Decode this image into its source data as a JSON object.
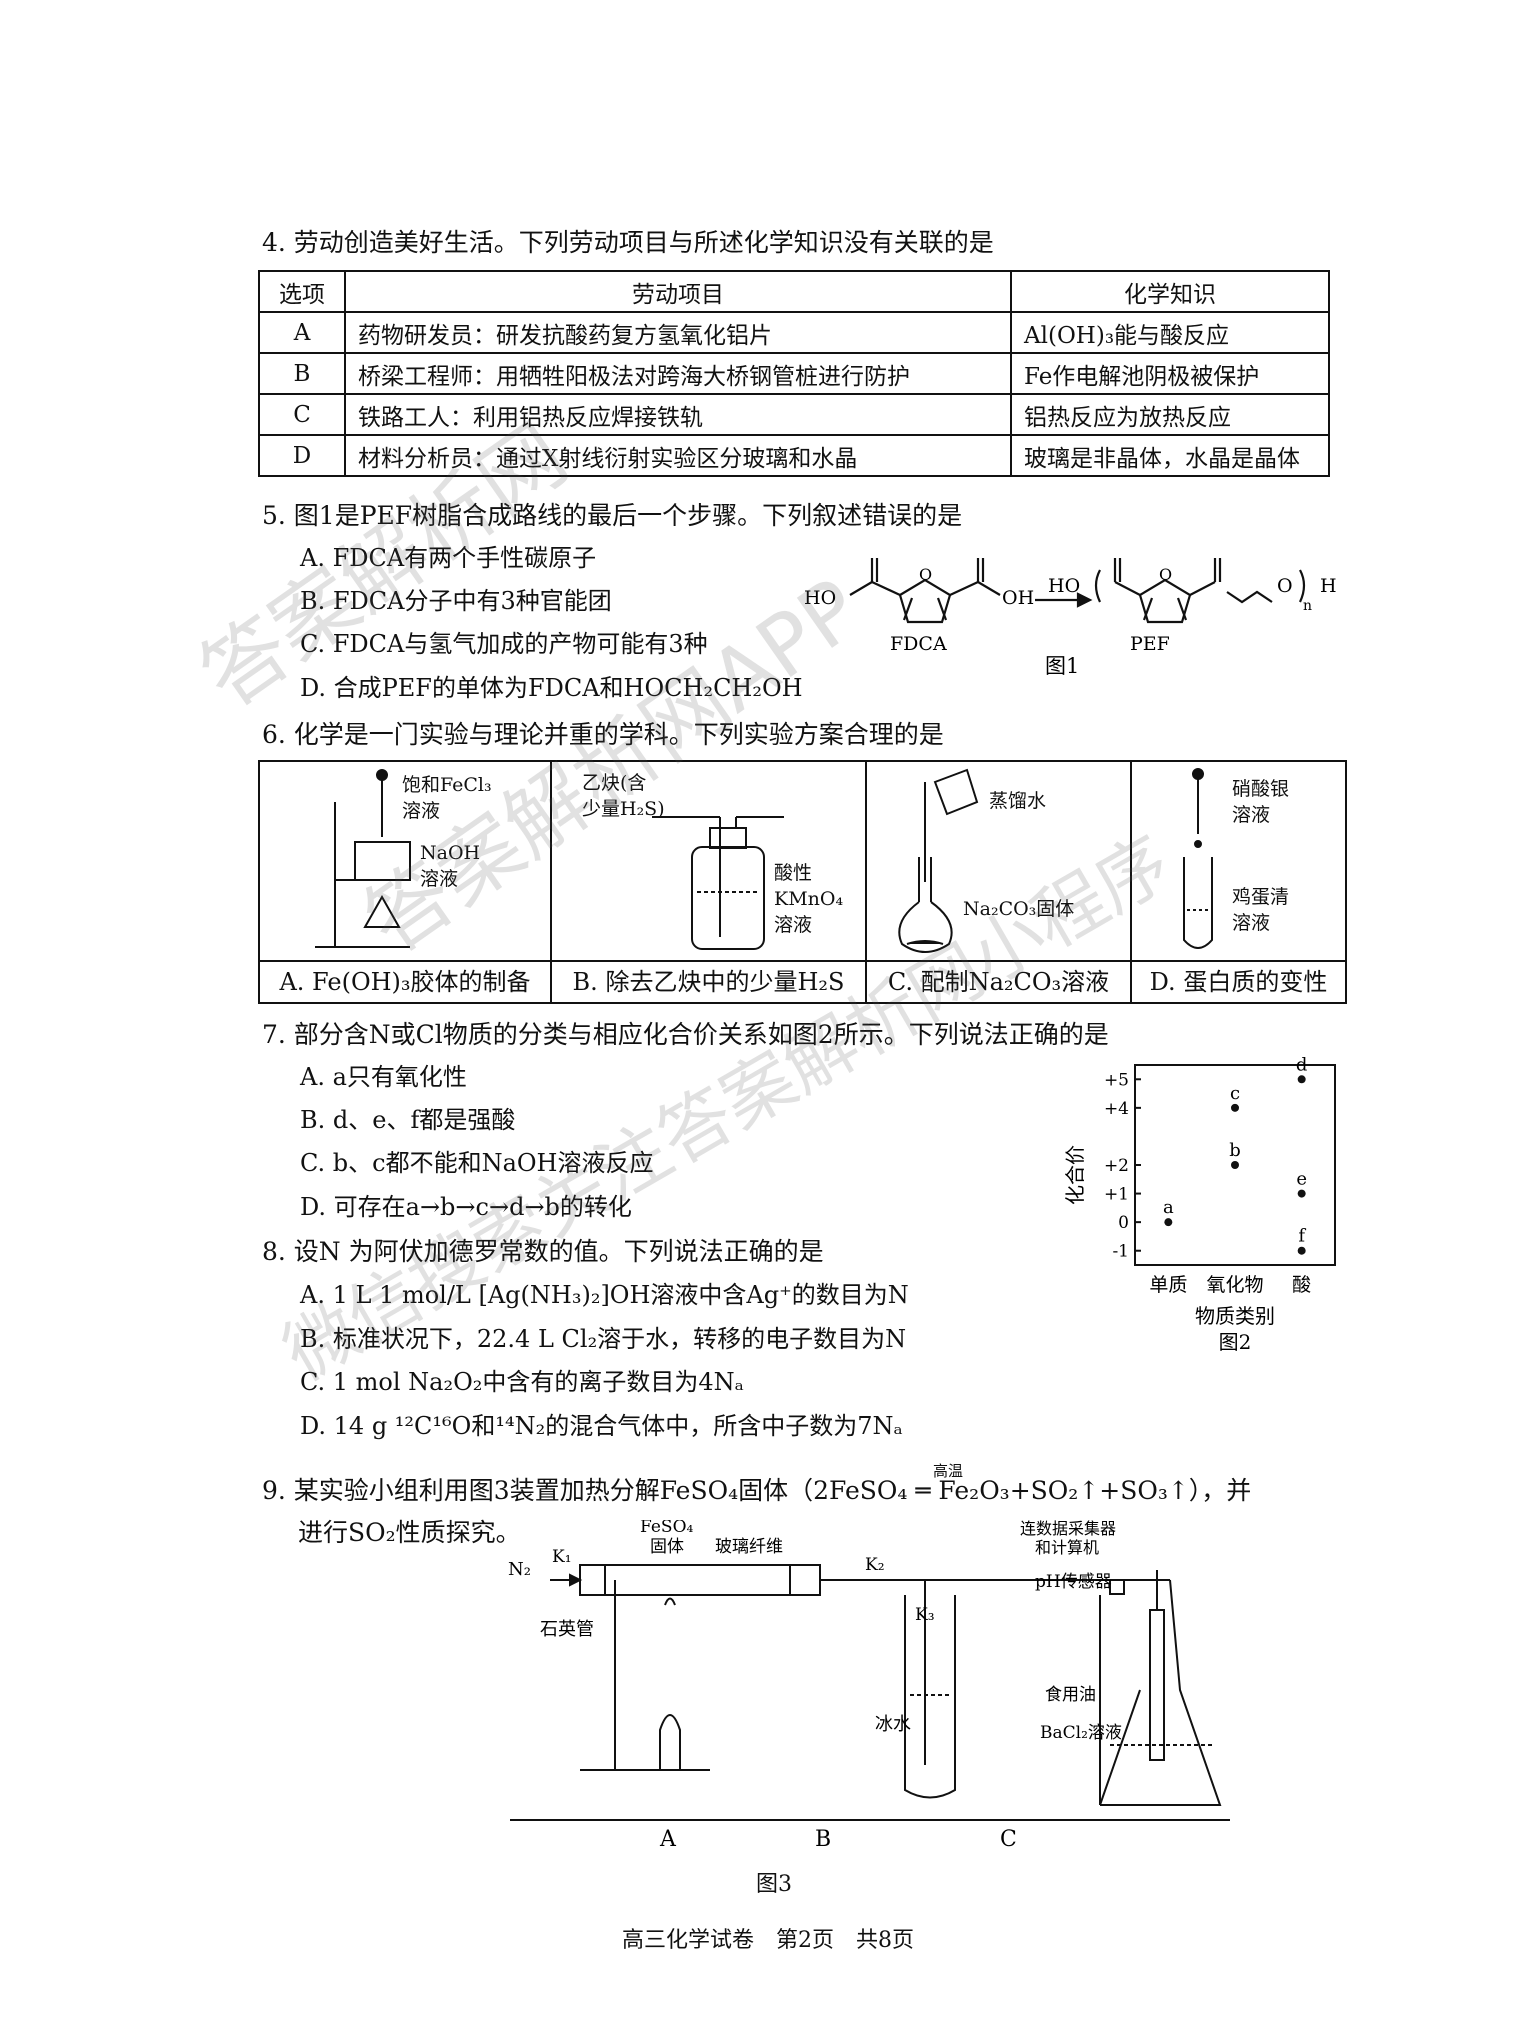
{
  "q4": {
    "stem": "4. 劳动创造美好生活。下列劳动项目与所述化学知识没有关联的是",
    "headers": [
      "选项",
      "劳动项目",
      "化学知识"
    ],
    "rows": [
      [
        "A",
        "药物研发员：研发抗酸药复方氢氧化铝片",
        "Al(OH)₃能与酸反应"
      ],
      [
        "B",
        "桥梁工程师：用牺牲阳极法对跨海大桥钢管桩进行防护",
        "Fe作电解池阴极被保护"
      ],
      [
        "C",
        "铁路工人：利用铝热反应焊接铁轨",
        "铝热反应为放热反应"
      ],
      [
        "D",
        "材料分析员：通过X射线衍射实验区分玻璃和水晶",
        "玻璃是非晶体，水晶是晶体"
      ]
    ]
  },
  "q5": {
    "stem": "5. 图1是PEF树脂合成路线的最后一个步骤。下列叙述错误的是",
    "options": [
      "A. FDCA有两个手性碳原子",
      "B. FDCA分子中有3种官能团",
      "C. FDCA与氢气加成的产物可能有3种",
      "D. 合成PEF的单体为FDCA和HOCH₂CH₂OH"
    ],
    "figure": {
      "caption": "图1",
      "fdca_label": "FDCA",
      "pef_label": "PEF",
      "ho_left": "HO",
      "oh_right": "OH",
      "pef_ho": "HO",
      "pef_h": "H",
      "n": "n",
      "o": "O"
    }
  },
  "q6": {
    "stem": "6. 化学是一门实验与理论并重的学科。下列实验方案合理的是",
    "panels": [
      {
        "caption": "A. Fe(OH)₃胶体的制备",
        "labels": [
          "饱和FeCl₃",
          "溶液",
          "NaOH",
          "溶液"
        ]
      },
      {
        "caption": "B. 除去乙炔中的少量H₂S",
        "labels": [
          "乙炔(含",
          "少量H₂S)",
          "酸性",
          "KMnO₄",
          "溶液"
        ]
      },
      {
        "caption": "C. 配制Na₂CO₃溶液",
        "labels": [
          "蒸馏水",
          "Na₂CO₃固体"
        ]
      },
      {
        "caption": "D. 蛋白质的变性",
        "labels": [
          "硝酸银",
          "溶液",
          "鸡蛋清",
          "溶液"
        ]
      }
    ]
  },
  "q7": {
    "stem": "7. 部分含N或Cl物质的分类与相应化合价关系如图2所示。下列说法正确的是",
    "options": [
      "A. a只有氧化性",
      "B. d、e、f都是强酸",
      "C. b、c都不能和NaOH溶液反应",
      "D. 可存在a→b→c→d→b的转化"
    ],
    "chart_data": {
      "type": "scatter",
      "ylabel": "化合价",
      "xlabel": "物质类别",
      "categories": [
        "单质",
        "氧化物",
        "酸"
      ],
      "yticks": [
        "+5",
        "+4",
        "+2",
        "+1",
        "0",
        "-1"
      ],
      "caption": "图2",
      "points": [
        {
          "label": "a",
          "category": "单质",
          "value": 0
        },
        {
          "label": "b",
          "category": "氧化物",
          "value": 2
        },
        {
          "label": "c",
          "category": "氧化物",
          "value": 4
        },
        {
          "label": "d",
          "category": "酸",
          "value": 5
        },
        {
          "label": "e",
          "category": "酸",
          "value": 1
        },
        {
          "label": "f",
          "category": "酸",
          "value": -1
        }
      ]
    }
  },
  "q8": {
    "stem": "8. 设N 为阿伏加德罗常数的值。下列说法正确的是",
    "options": [
      "A. 1 L 1 mol/L [Ag(NH₃)₂]OH溶液中含Ag⁺的数目为N",
      "B. 标准状况下，22.4 L Cl₂溶于水，转移的电子数目为N",
      "C. 1 mol Na₂O₂中含有的离子数目为4Nₐ",
      "D. 14 g ¹²C¹⁶O和¹⁴N₂的混合气体中，所含中子数为7Nₐ"
    ]
  },
  "q9": {
    "stem_line1": "9. 某实验小组利用图3装置加热分解FeSO₄固体（2FeSO₄ ═ Fe₂O₃+SO₂↑+SO₃↑），并",
    "condition": "高温",
    "stem_line2": "进行SO₂性质探究。",
    "figure": {
      "caption": "图3",
      "labels": [
        "N₂",
        "K₁",
        "FeSO₄",
        "固体",
        "玻璃纤维",
        "石英管",
        "K₂",
        "K₃",
        "冰水",
        "连数据采集器",
        "和计算机",
        "pH传感器",
        "食用油",
        "BaCl₂溶液"
      ],
      "parts": [
        "A",
        "B",
        "C"
      ]
    }
  },
  "footer": "高三化学试卷　第2页　共8页",
  "watermarks": [
    "答案解析网",
    "答案解析网APP",
    "微信搜索关注答案解析网小程序"
  ]
}
